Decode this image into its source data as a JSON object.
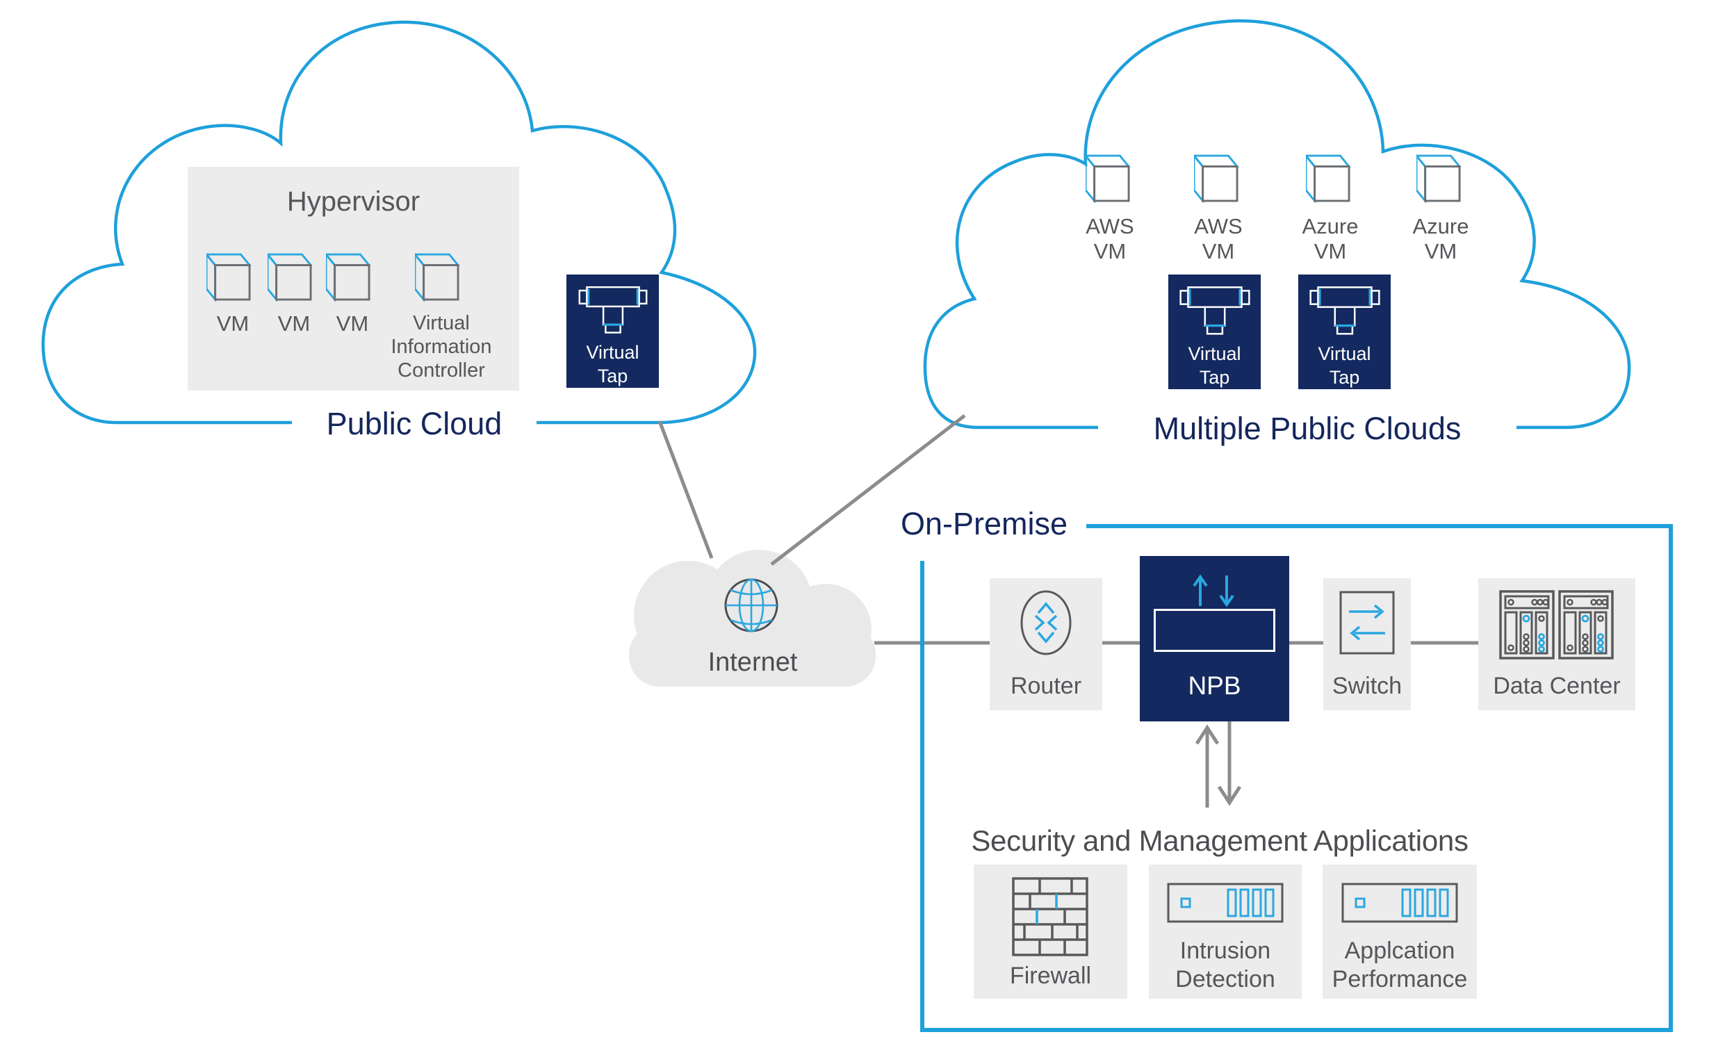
{
  "colors": {
    "accent_blue": "#1EA0DB",
    "icon_blue": "#2AA7E0",
    "navy_fill": "#13295F",
    "navy_text": "#14265C",
    "text_gray": "#55565A",
    "icon_gray": "#6D6E71",
    "box_gray": "#ECECEC",
    "connector_gray": "#8C8C8C",
    "internet_cloud_gray": "#E9E9E9"
  },
  "icons": {
    "vm_cube": "vm-cube-icon",
    "virtual_tap": "virtual-tap-icon",
    "globe": "globe-icon",
    "router": "router-icon",
    "npb_arrows": "up-down-arrows-icon",
    "switch": "switch-arrows-icon",
    "data_center": "server-rack-icon",
    "firewall": "brick-wall-icon",
    "appliance": "server-appliance-icon"
  },
  "public_cloud": {
    "label": "Public Cloud",
    "hypervisor": {
      "title": "Hypervisor",
      "vm_labels": [
        "VM",
        "VM",
        "VM"
      ],
      "controller_lines": [
        "Virtual",
        "Information",
        "Controller"
      ]
    },
    "virtual_tap_lines": [
      "Virtual",
      "Tap"
    ]
  },
  "multiple_public_clouds": {
    "label": "Multiple Public Clouds",
    "vm_labels": [
      [
        "AWS",
        "VM"
      ],
      [
        "AWS",
        "VM"
      ],
      [
        "Azure",
        "VM"
      ],
      [
        "Azure",
        "VM"
      ]
    ],
    "virtual_taps": [
      [
        "Virtual",
        "Tap"
      ],
      [
        "Virtual",
        "Tap"
      ]
    ]
  },
  "internet": {
    "label": "Internet"
  },
  "on_premise": {
    "label": "On-Premise",
    "nodes": [
      {
        "label": "Router"
      },
      {
        "label": "NPB"
      },
      {
        "label": "Switch"
      },
      {
        "label": "Data Center"
      }
    ],
    "security": {
      "title": "Security and Management Applications",
      "apps": [
        {
          "lines": [
            "Firewall"
          ]
        },
        {
          "lines": [
            "Intrusion",
            "Detection"
          ]
        },
        {
          "lines": [
            "Applcation",
            "Performance"
          ]
        }
      ]
    }
  }
}
